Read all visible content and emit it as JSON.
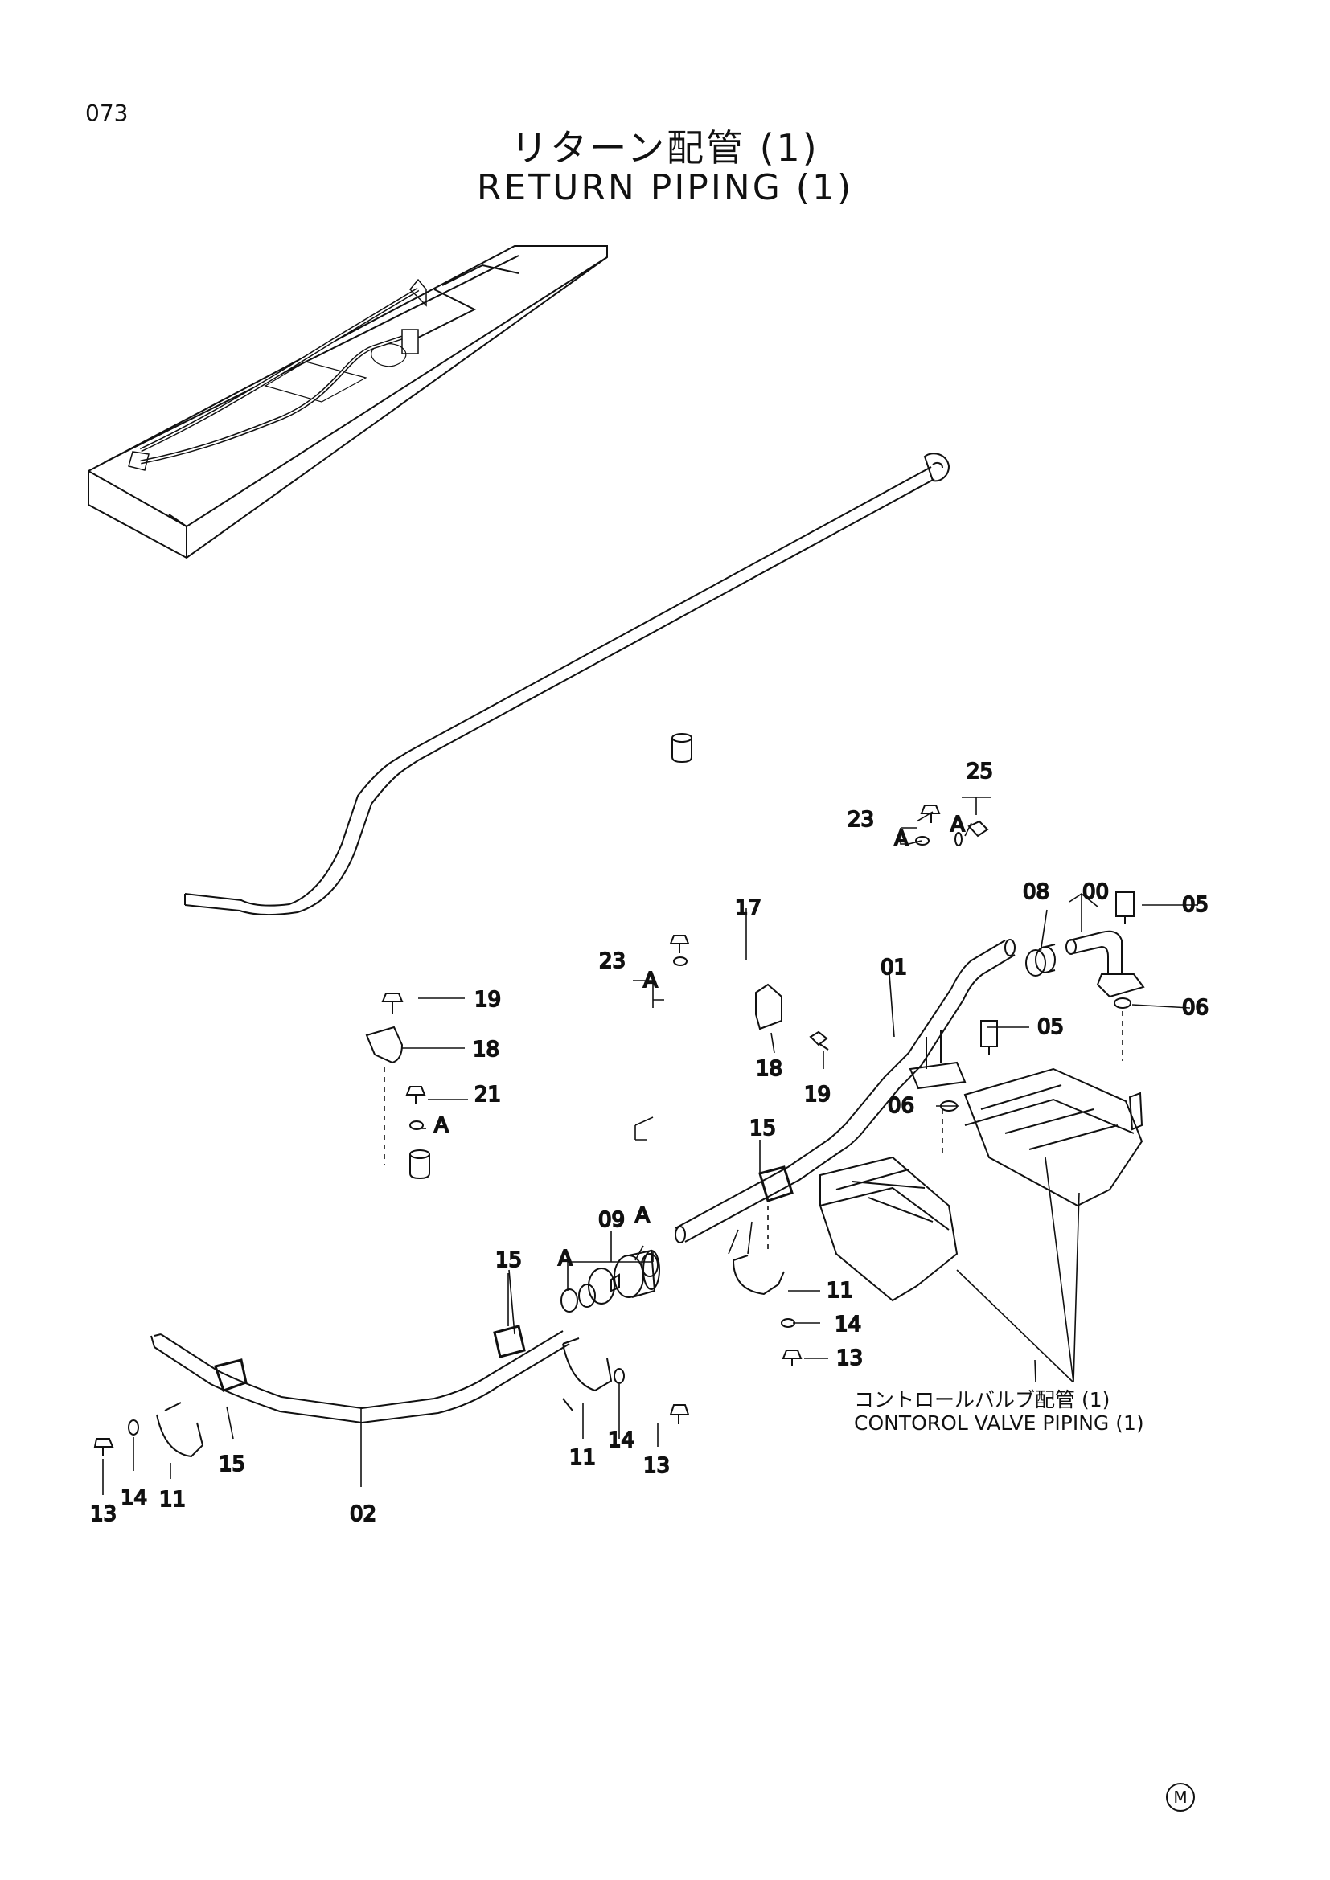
{
  "page": {
    "number": "073",
    "title_jp": "リターン配管 (1)",
    "title_en": "RETURN PIPING (1)"
  },
  "callouts": [
    {
      "id": "c00",
      "text": "00"
    },
    {
      "id": "c01",
      "text": "01"
    },
    {
      "id": "c02",
      "text": "02"
    },
    {
      "id": "c05a",
      "text": "05"
    },
    {
      "id": "c05b",
      "text": "05"
    },
    {
      "id": "c06a",
      "text": "06"
    },
    {
      "id": "c06b",
      "text": "06"
    },
    {
      "id": "c08",
      "text": "08"
    },
    {
      "id": "c09",
      "text": "09"
    },
    {
      "id": "c11a",
      "text": "11"
    },
    {
      "id": "c11b",
      "text": "11"
    },
    {
      "id": "c11c",
      "text": "11"
    },
    {
      "id": "c13a",
      "text": "13"
    },
    {
      "id": "c13b",
      "text": "13"
    },
    {
      "id": "c13c",
      "text": "13"
    },
    {
      "id": "c14a",
      "text": "14"
    },
    {
      "id": "c14b",
      "text": "14"
    },
    {
      "id": "c14c",
      "text": "14"
    },
    {
      "id": "c15a",
      "text": "15"
    },
    {
      "id": "c15b",
      "text": "15"
    },
    {
      "id": "c15c",
      "text": "15"
    },
    {
      "id": "c17",
      "text": "17"
    },
    {
      "id": "c18a",
      "text": "18"
    },
    {
      "id": "c18b",
      "text": "18"
    },
    {
      "id": "c19a",
      "text": "19"
    },
    {
      "id": "c19b",
      "text": "19"
    },
    {
      "id": "c21",
      "text": "21"
    },
    {
      "id": "c23a",
      "text": "23"
    },
    {
      "id": "c23b",
      "text": "23"
    },
    {
      "id": "c25",
      "text": "25"
    }
  ],
  "detail_marks": {
    "a": "A"
  },
  "cross_reference": {
    "label_jp": "コントロールバルブ配管 (1)",
    "label_en": "CONTOROL VALVE PIPING (1)"
  },
  "footer_mark": "M"
}
